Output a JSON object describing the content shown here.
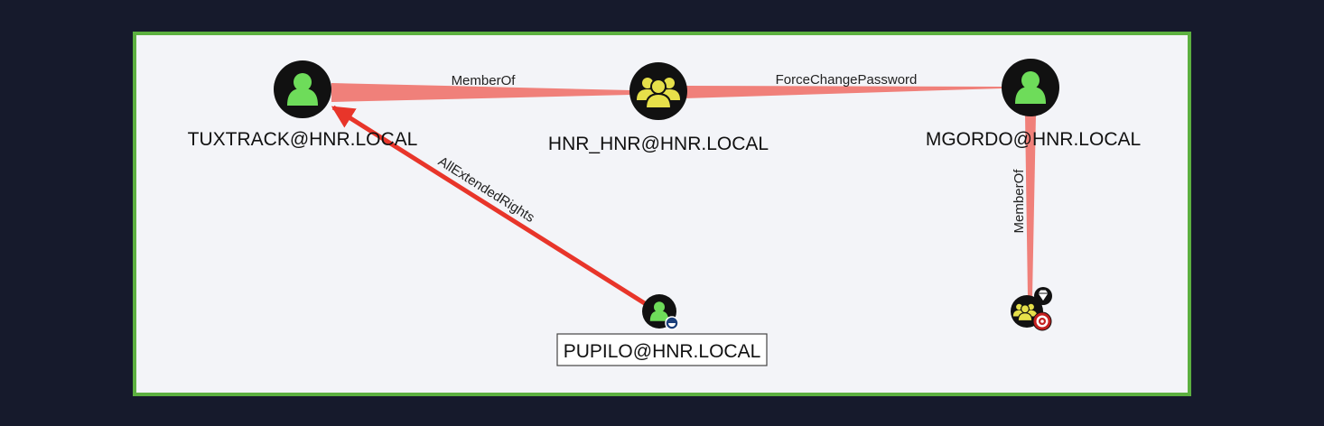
{
  "graph": {
    "nodes": {
      "tuxtrack": {
        "label": "TUXTRACK@HNR.LOCAL",
        "type": "user",
        "icon": "user-icon"
      },
      "hnr_hnr": {
        "label": "HNR_HNR@HNR.LOCAL",
        "type": "group",
        "icon": "group-icon"
      },
      "mgordo": {
        "label": "MGORDO@HNR.LOCAL",
        "type": "user",
        "icon": "user-icon"
      },
      "pupilo": {
        "label": "PUPILO@HNR.LOCAL",
        "type": "user",
        "icon": "user-icon",
        "badge": "owned-badge-icon",
        "selected": true
      },
      "target_group": {
        "label": "",
        "type": "group",
        "icon": "group-icon",
        "badges": [
          "diamond-icon",
          "target-icon"
        ]
      }
    },
    "edges": [
      {
        "from": "hnr_hnr",
        "to": "tuxtrack",
        "label": "MemberOf"
      },
      {
        "from": "mgordo",
        "to": "hnr_hnr",
        "label": "ForceChangePassword"
      },
      {
        "from": "pupilo",
        "to": "tuxtrack",
        "label": "AllExtendedRights",
        "highlighted": true
      },
      {
        "from": "target_group",
        "to": "mgordo",
        "label": "MemberOf"
      }
    ]
  },
  "colors": {
    "background": "#161a2c",
    "panel": "#f3f4f8",
    "panel_border": "#5cb040",
    "edge": "#f0807a",
    "edge_highlight": "#e8352a",
    "node_fill": "#111111",
    "user_icon": "#6edc5a",
    "group_icon": "#e6e04a"
  }
}
